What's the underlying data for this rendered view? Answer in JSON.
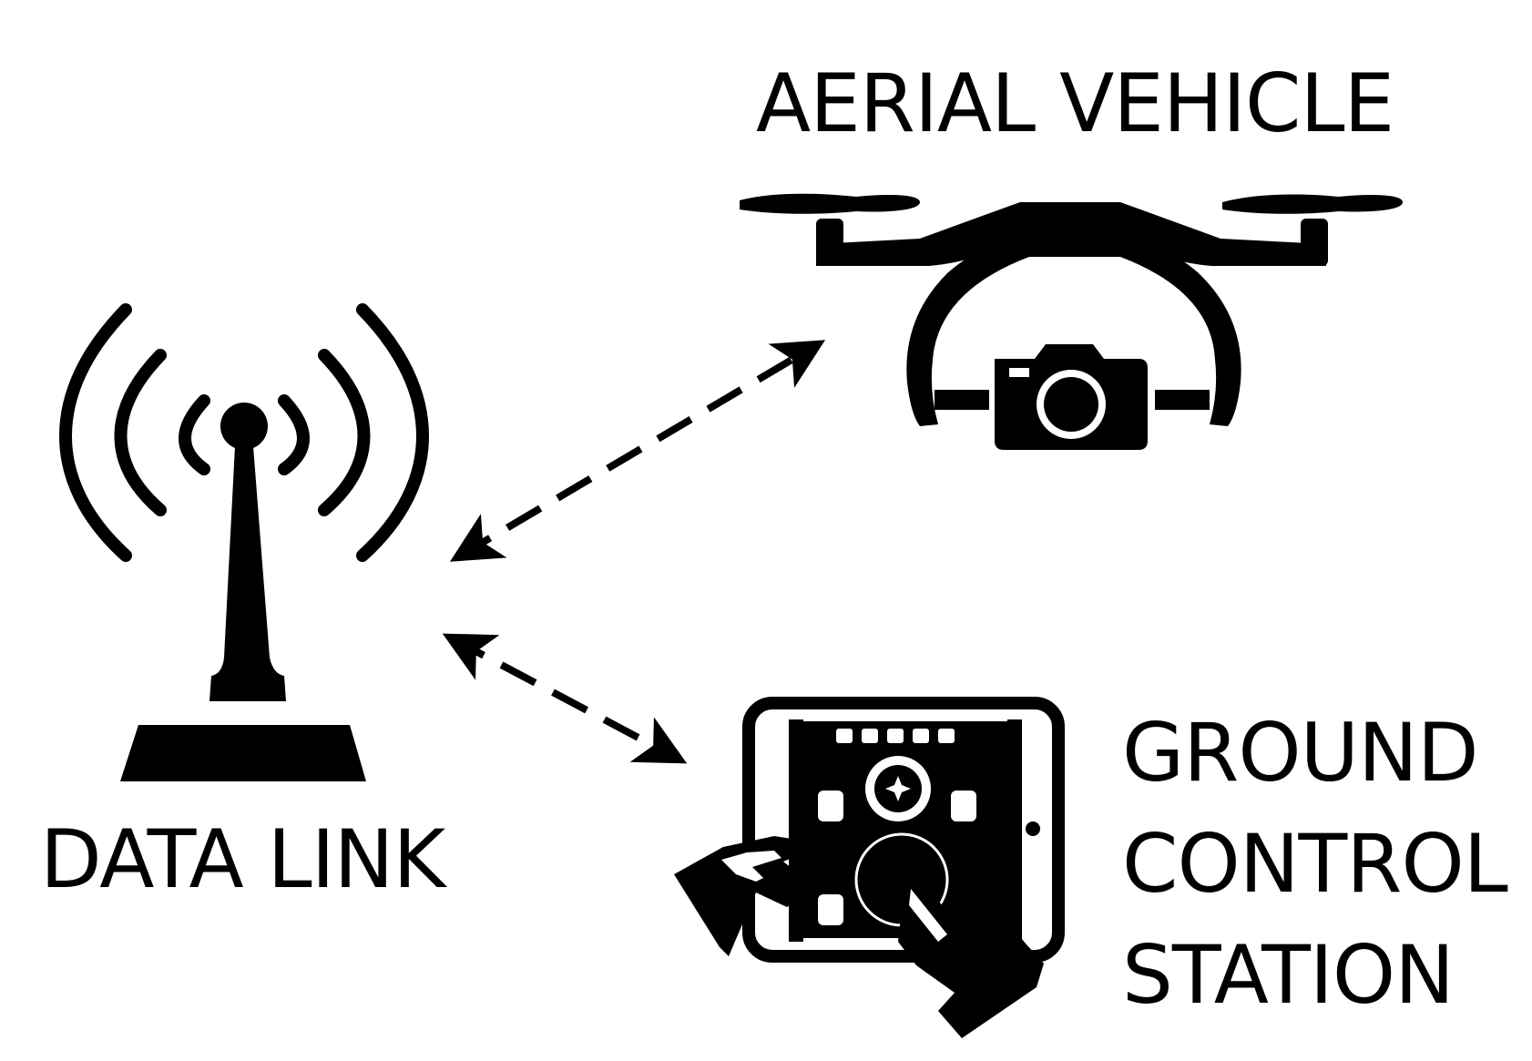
{
  "labels": {
    "aerial_vehicle": "AERIAL VEHICLE",
    "data_link": "DATA LINK",
    "ground_control_station": [
      "GROUND",
      "CONTROL",
      "STATION"
    ]
  },
  "icons": {
    "antenna": "radio-tower-icon",
    "drone": "drone-with-camera-icon",
    "tablet": "tablet-controller-icon"
  },
  "colors": {
    "ink": "#000000",
    "background": "#ffffff"
  }
}
